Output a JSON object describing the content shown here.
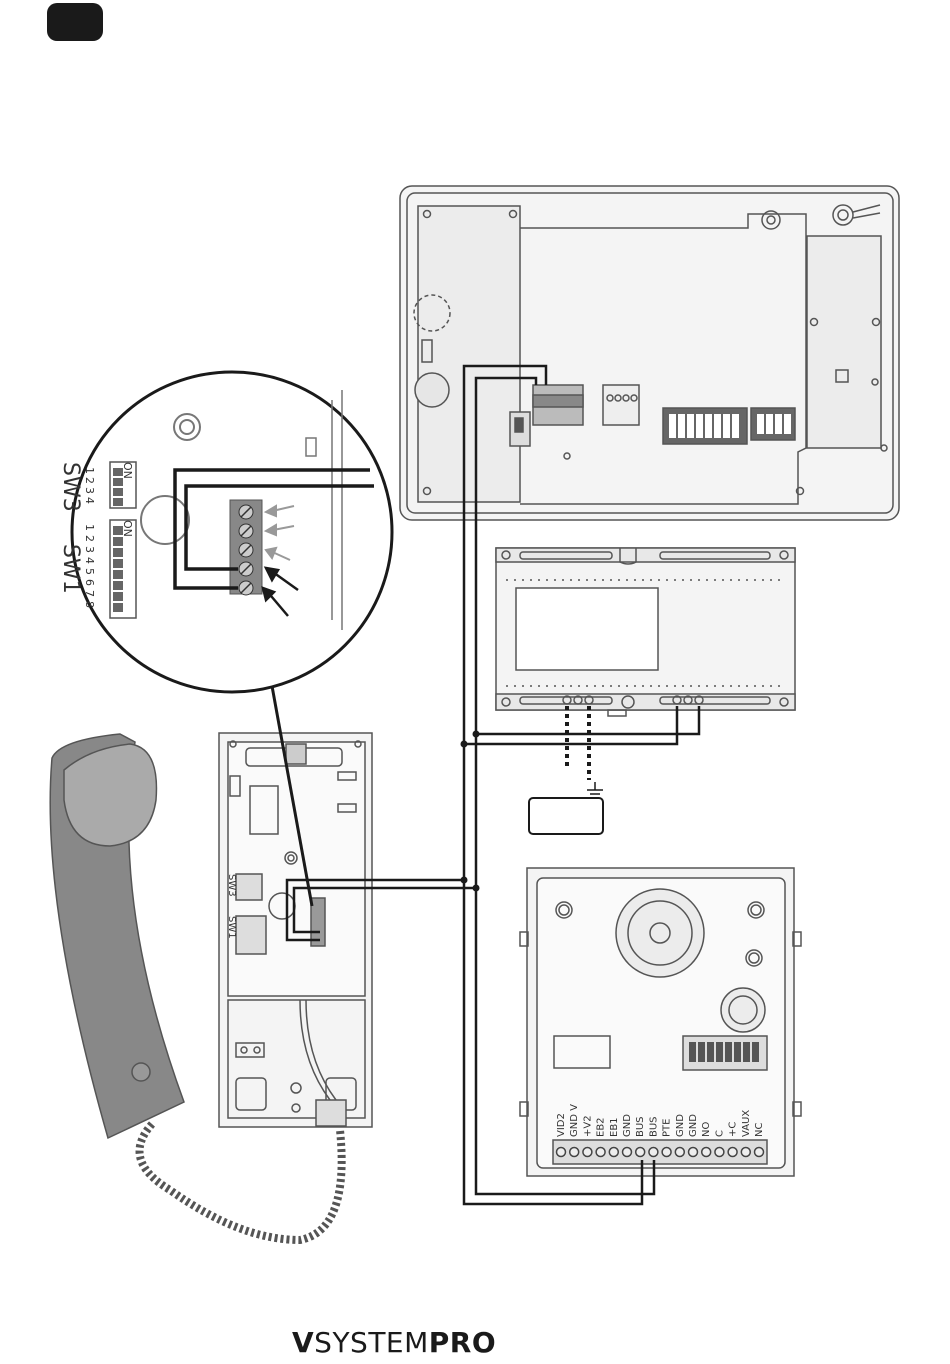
{
  "badge": {
    "color": "#1a1a1a"
  },
  "brand": {
    "v": "V",
    "system": "SYSTEM",
    "pro": "PRO"
  },
  "handset_switches": {
    "sw3_title": "SW3",
    "sw1_title": "SW1",
    "on_label": "ON",
    "sw3_numbers": [
      "1",
      "2",
      "3",
      "4"
    ],
    "sw1_numbers": [
      "1",
      "2",
      "3",
      "4",
      "5",
      "6",
      "7",
      "8"
    ]
  },
  "doorpanel_terminals": [
    "VID2",
    "GND V",
    "+V2",
    "EB2",
    "EB1",
    "GND",
    "BUS",
    "BUS",
    "PTE",
    "GND",
    "GND",
    "NO",
    "C",
    "+C",
    "VAUX",
    "NC"
  ],
  "colors": {
    "line": "#1a1a1a",
    "device": "#555555",
    "panel_fill": "#f4f4f4"
  }
}
